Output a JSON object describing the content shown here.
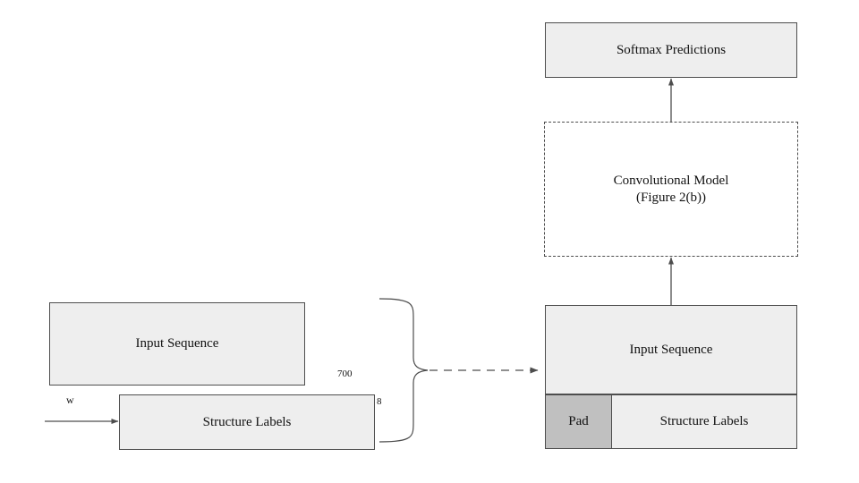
{
  "figure": {
    "title": "",
    "background_color": "#ffffff",
    "box_fill": "#eeeeee",
    "pad_fill": "#c0c0c0",
    "stroke_color": "#4d4d4d"
  },
  "left_group": {
    "input_sequence_label": "Input Sequence",
    "structure_labels_label": "Structure Labels",
    "width_label": "w",
    "dim_length_label": "700",
    "dim_channels_label": "8"
  },
  "right_group": {
    "softmax_label": "Softmax Predictions",
    "conv_model_label": "Convolutional Model\n(Figure 2(b))",
    "input_sequence_label": "Input Sequence",
    "pad_label": "Pad",
    "structure_labels_label": "Structure Labels"
  },
  "connectors": {
    "brace_name": "curly-brace",
    "dashed_arrow_name": "dashed-arrow-right",
    "input_arrow_name": "input-arrow-right",
    "conv_to_softmax_arrow": "arrow-up",
    "stack_to_conv_arrow": "arrow-up"
  }
}
